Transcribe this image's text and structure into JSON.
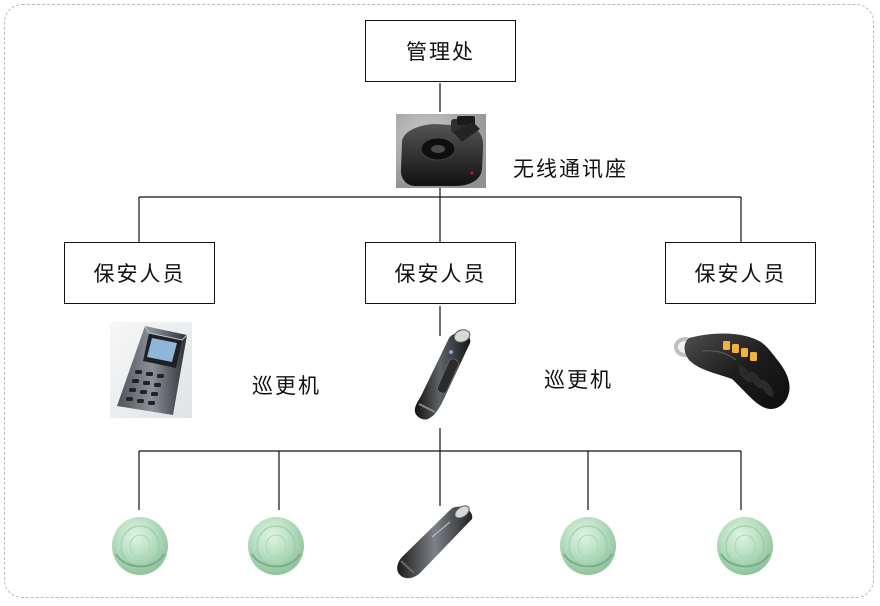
{
  "diagram": {
    "top_box": "管理处",
    "base_label": "无线通讯座",
    "guards": [
      "保安人员",
      "保安人员",
      "保安人员"
    ],
    "device_labels": [
      "巡更机",
      "巡更机"
    ],
    "icons": {
      "base": "communication-base-icon",
      "left_device": "handheld-terminal-icon",
      "center_device": "patrol-stick-icon",
      "right_device": "patrol-handset-icon",
      "checkpoints": [
        "checkpoint-disc-icon",
        "checkpoint-disc-icon",
        "checkpoint-stick-icon",
        "checkpoint-disc-icon",
        "checkpoint-disc-icon"
      ]
    },
    "colors": {
      "line": "#111111",
      "frame": "#b9b9b9",
      "device_dark": "#1f1f1f",
      "checkpoint_green": "#a9d6b1"
    }
  }
}
